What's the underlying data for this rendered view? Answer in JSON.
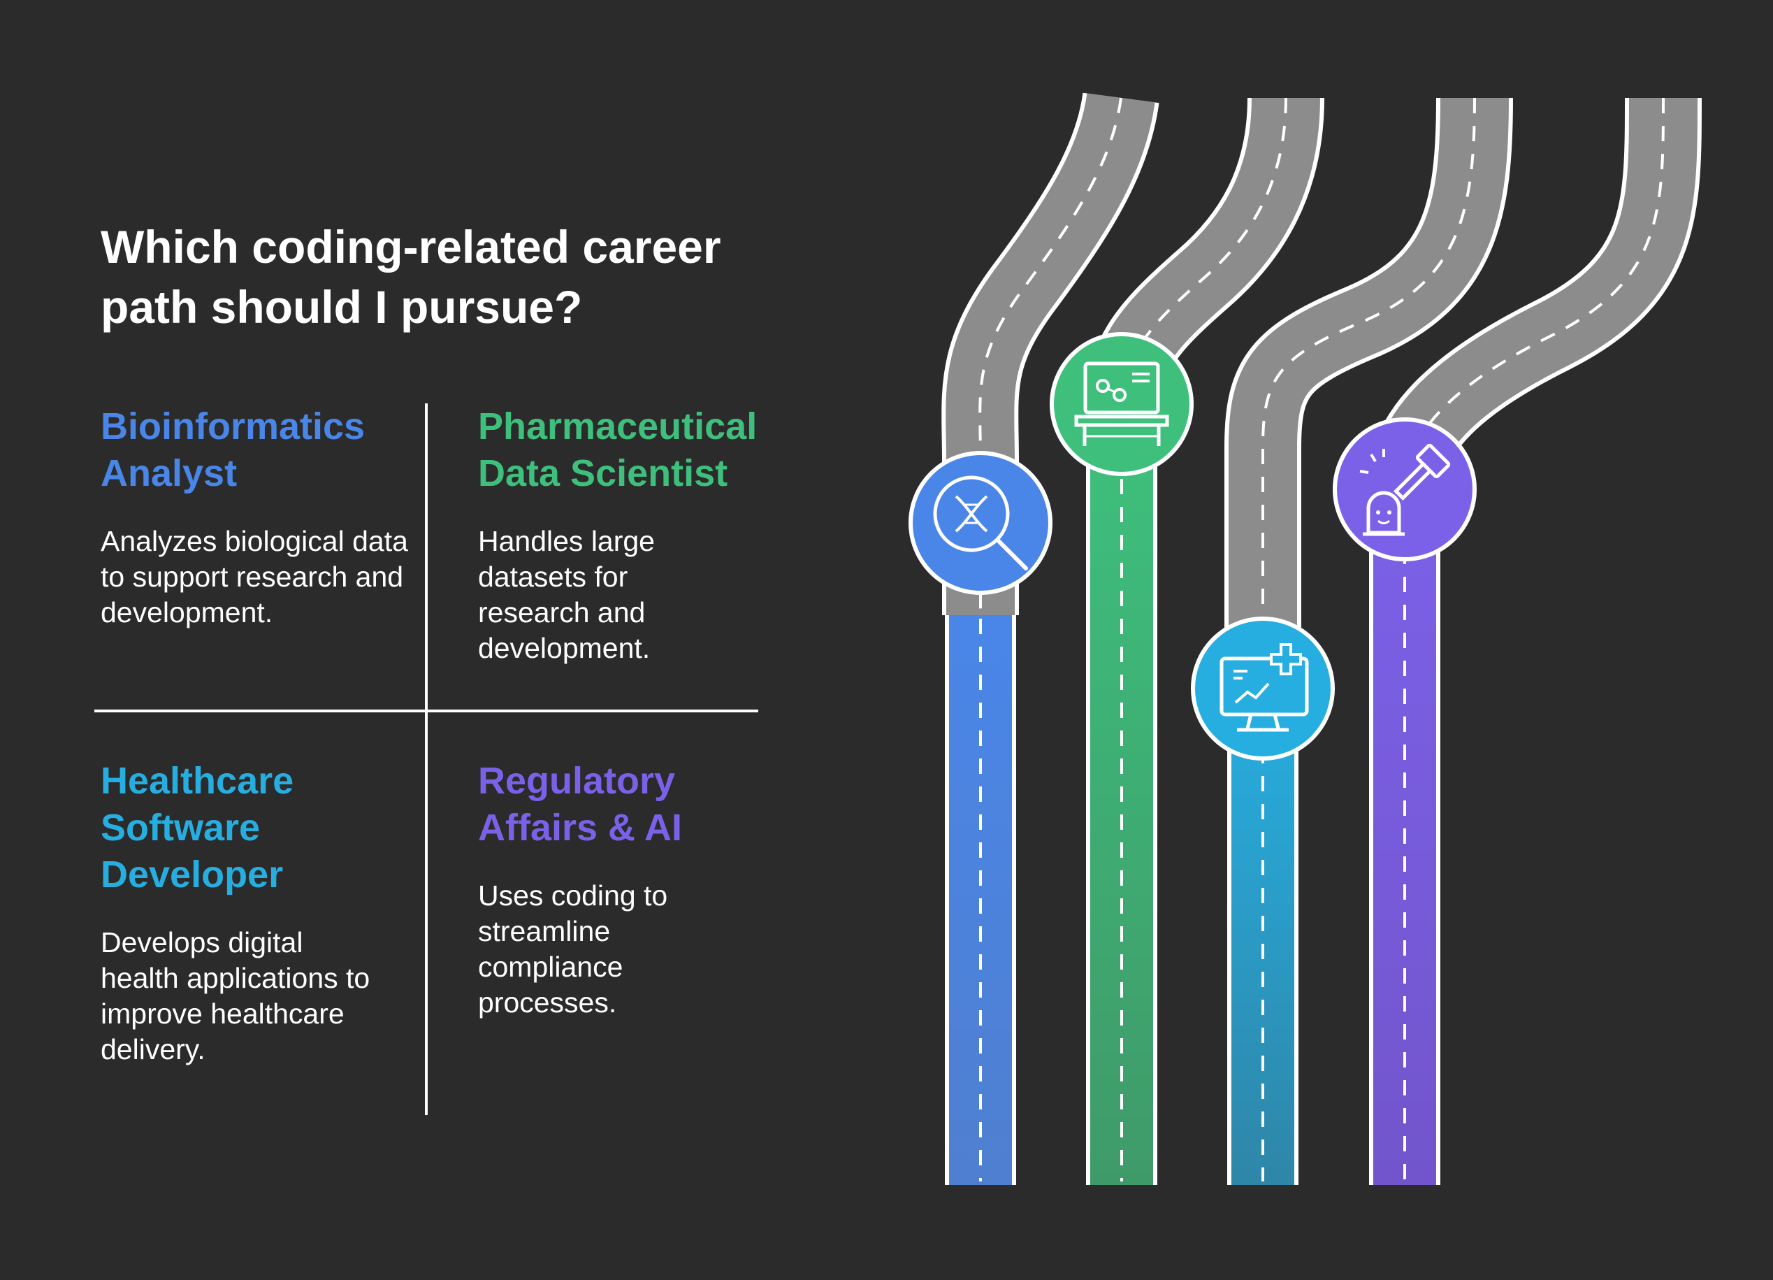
{
  "title": "Which coding-related career path should I pursue?",
  "careers": [
    {
      "title_line1": "Bioinformatics",
      "title_line2": "Analyst",
      "title_line3": "",
      "description": "Analyzes biological data to support research and development.",
      "color": "#4a86e8",
      "icon": "dna-magnifier-icon"
    },
    {
      "title_line1": "Pharmaceutical",
      "title_line2": "Data Scientist",
      "title_line3": "",
      "description": "Handles large datasets for research and development.",
      "color": "#3ec07c",
      "icon": "lab-molecule-icon"
    },
    {
      "title_line1": "Healthcare",
      "title_line2": "Software",
      "title_line3": "Developer",
      "description": "Develops digital health applications to improve healthcare delivery.",
      "color": "#27aee0",
      "icon": "medical-monitor-icon"
    },
    {
      "title_line1": "Regulatory",
      "title_line2": "Affairs & AI",
      "title_line3": "",
      "description": "Uses coding to streamline compliance processes.",
      "color": "#7b61e8",
      "icon": "gavel-robot-icon"
    }
  ]
}
